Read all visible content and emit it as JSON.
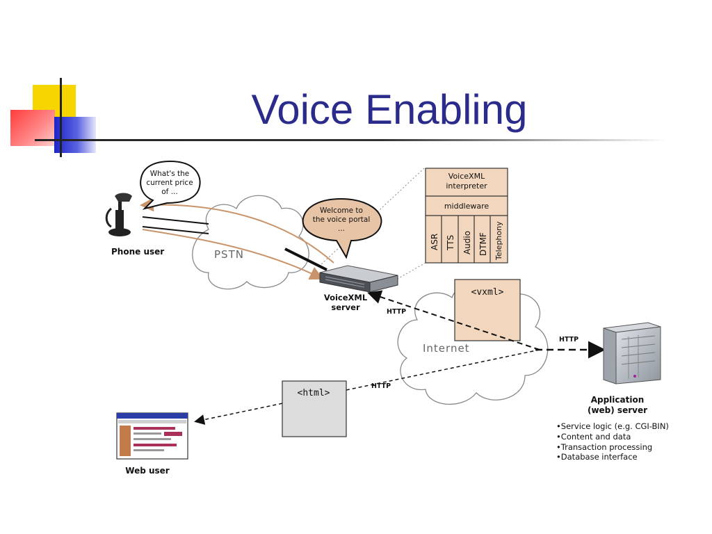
{
  "slide": {
    "title": "Voice Enabling"
  },
  "diagram": {
    "phone_user": {
      "label": "Phone user",
      "bubble_lines": [
        "What's the",
        "current price",
        "of ..."
      ]
    },
    "pstn": {
      "label": "PSTN"
    },
    "greeting_bubble": {
      "lines": [
        "Welcome to",
        "the voice portal",
        "..."
      ]
    },
    "voicexml_server": {
      "label_lines": [
        "VoiceXML",
        "server"
      ]
    },
    "stack": {
      "interpreter_lines": [
        "VoiceXML",
        "interpreter"
      ],
      "middleware": "middleware",
      "modules": [
        "ASR",
        "TTS",
        "Audio",
        "DTMF",
        "Telephony"
      ]
    },
    "vxml_doc": {
      "label": "<vxml>"
    },
    "html_doc": {
      "label": "<html>"
    },
    "internet": {
      "label": "Internet"
    },
    "http_labels": {
      "server_link": "HTTP",
      "app_link": "HTTP",
      "web_link": "HTTP"
    },
    "app_server": {
      "label_lines": [
        "Application",
        "(web) server"
      ],
      "features": [
        "•Service logic (e.g. CGI-BIN)",
        "•Content and data",
        "•Transaction processing",
        "•Database interface"
      ]
    },
    "web_user": {
      "label": "Web user"
    },
    "colors": {
      "title": "#2b2b8c",
      "bubble_fill": "#e8c4a6",
      "doc_fill": "#f2d6bd",
      "html_fill": "#dcdcdc",
      "signal_line": "#c9946a"
    }
  }
}
